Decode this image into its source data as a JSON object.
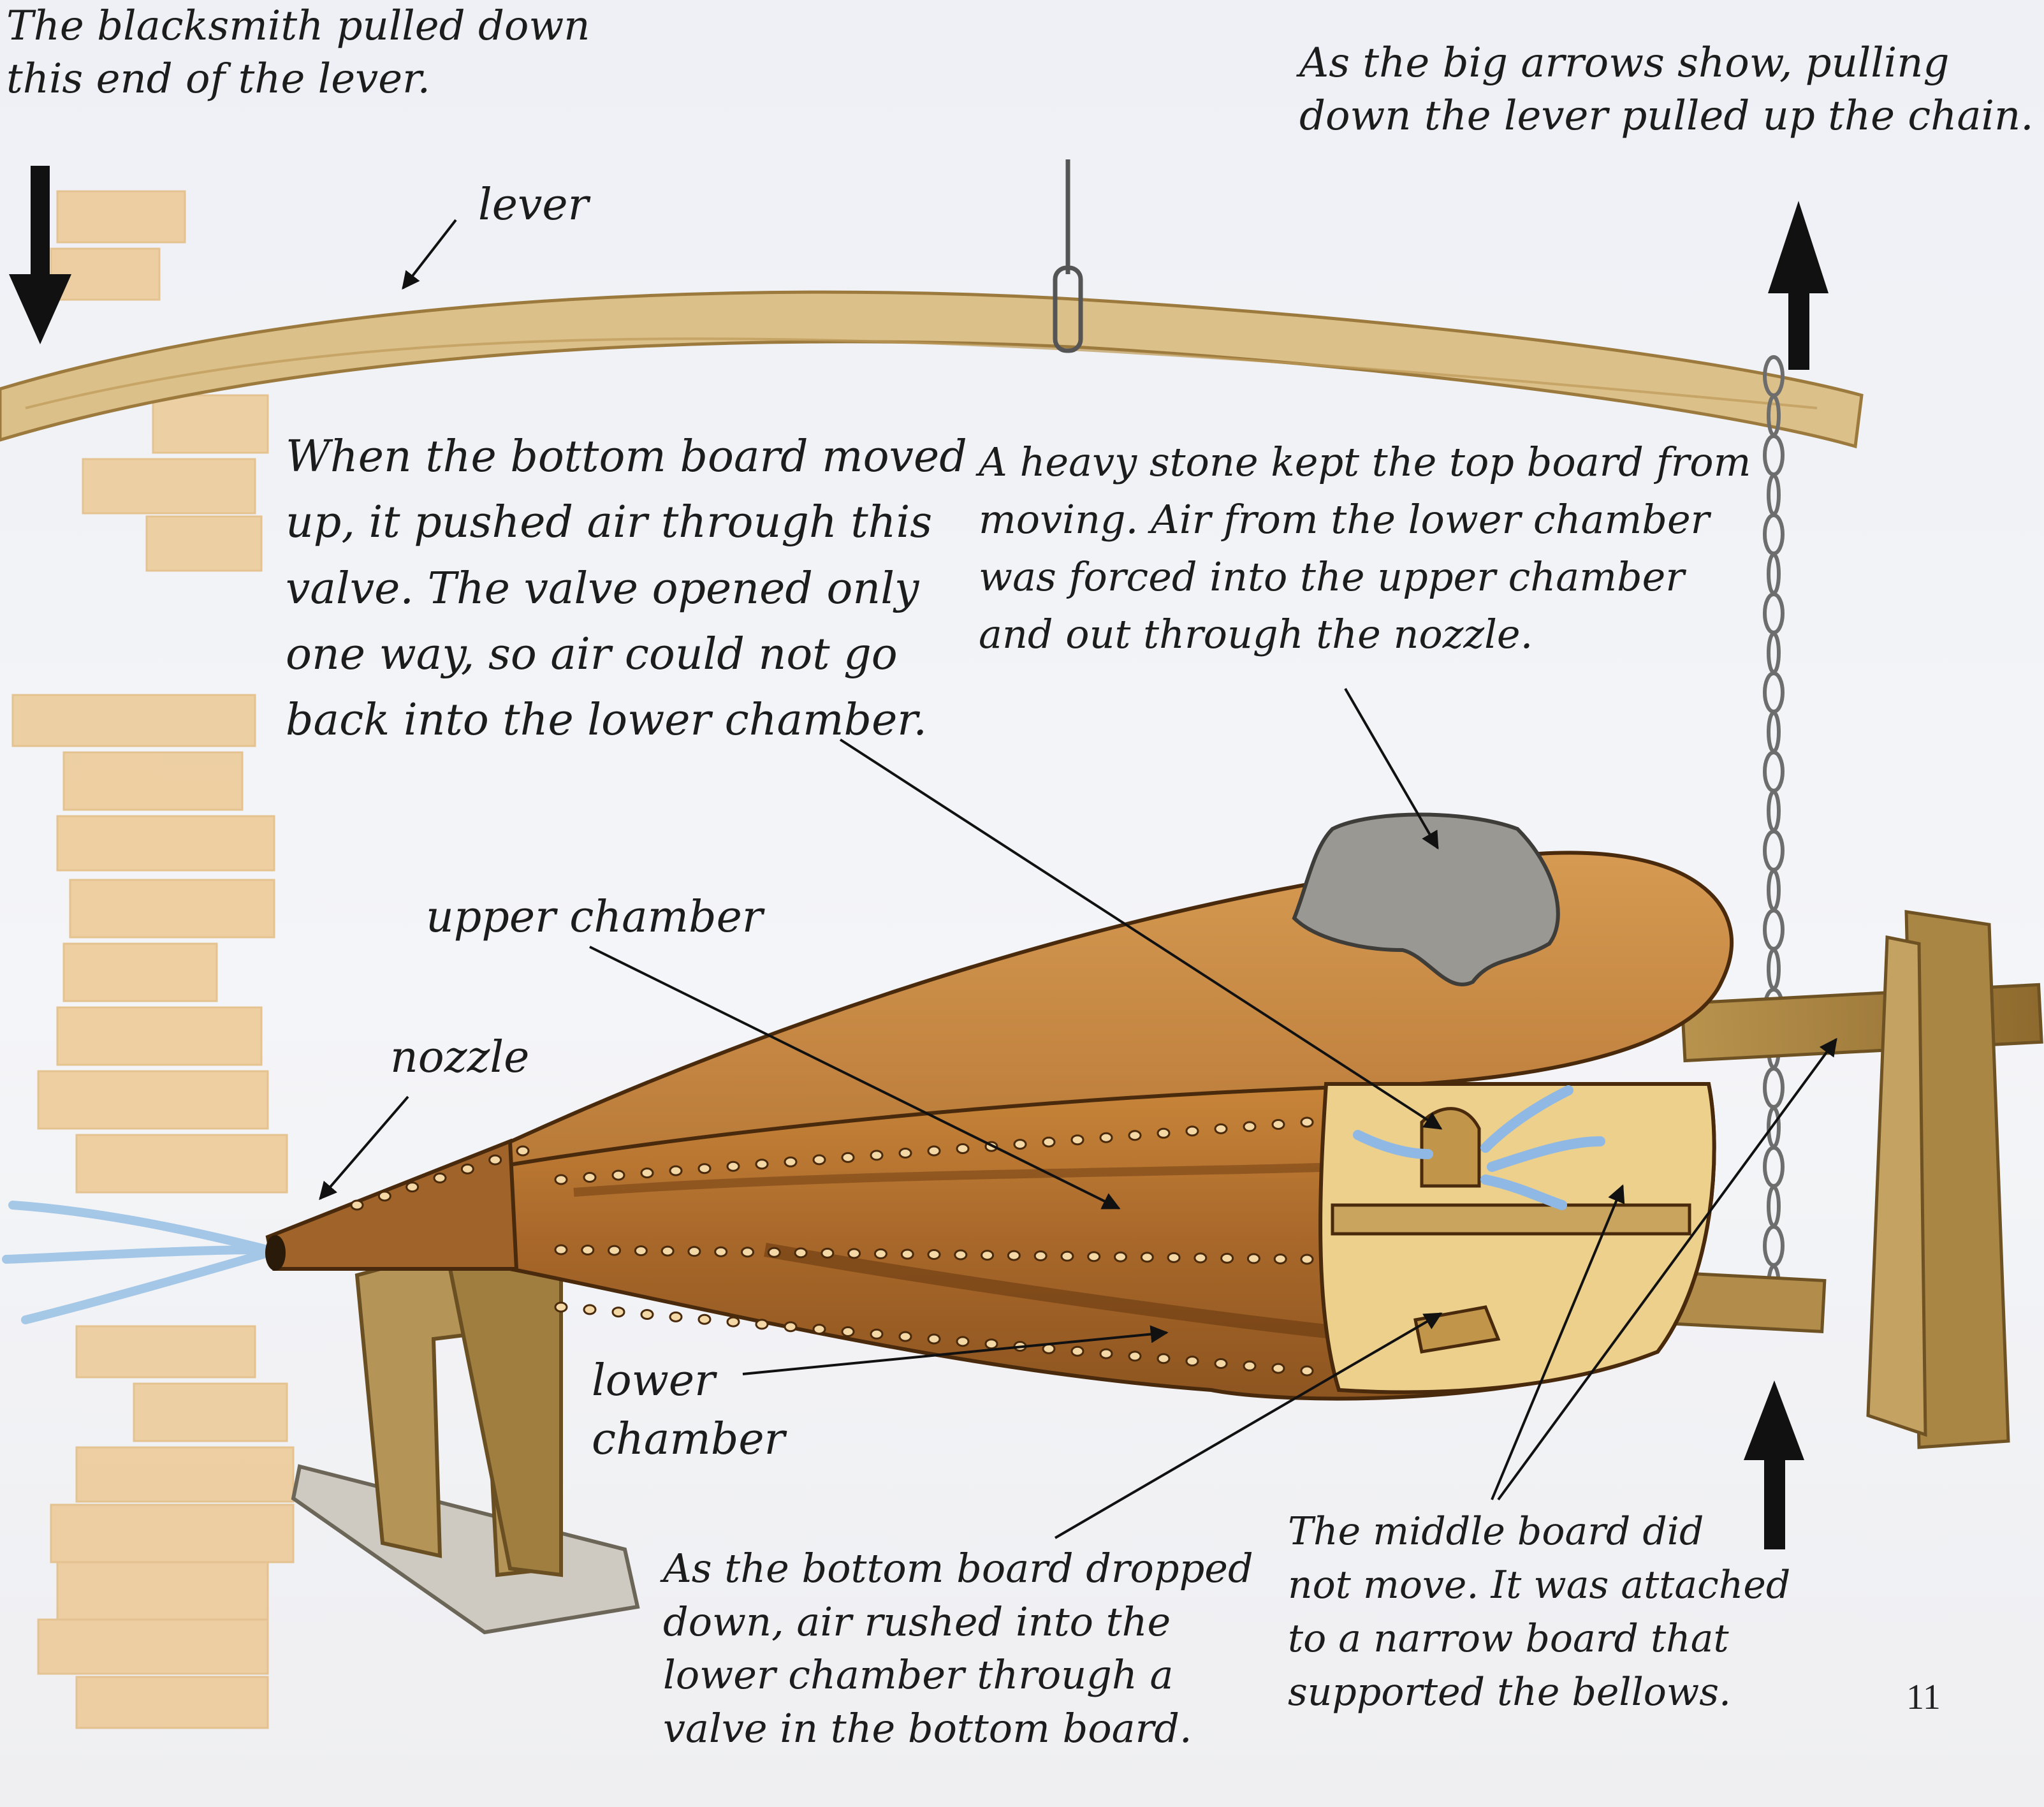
{
  "captions": {
    "blacksmith": [
      "The blacksmith pulled down",
      "this end of the lever."
    ],
    "arrows": [
      "As the big arrows show, pulling",
      "down the lever pulled up the chain."
    ],
    "bottom_board_up": [
      "When the bottom board moved",
      "up, it pushed air through this",
      "valve. The valve opened only",
      "one way, so air could not go",
      "back into the lower chamber."
    ],
    "heavy_stone": [
      "A heavy stone kept the top board from",
      "moving. Air from the lower chamber",
      "was forced into the upper chamber",
      "and out through the nozzle."
    ],
    "bottom_board_down": [
      "As the bottom board dropped",
      "down, air rushed into the",
      "lower chamber through a",
      "valve in the bottom board."
    ],
    "middle_board": [
      "The middle board did",
      "not move. It was attached",
      "to a narrow board that",
      "supported the bellows."
    ]
  },
  "labels": {
    "lever": "lever",
    "upper_chamber": "upper chamber",
    "nozzle": "nozzle",
    "lower_chamber": [
      "lower",
      "chamber"
    ]
  },
  "page_number": "11",
  "colors": {
    "leather": "#b9762f",
    "leather_dark": "#7a4315",
    "wood": "#a7823f",
    "air": "#9cc3e6",
    "brick": "#e9c58f",
    "stone": "#9a9893"
  }
}
